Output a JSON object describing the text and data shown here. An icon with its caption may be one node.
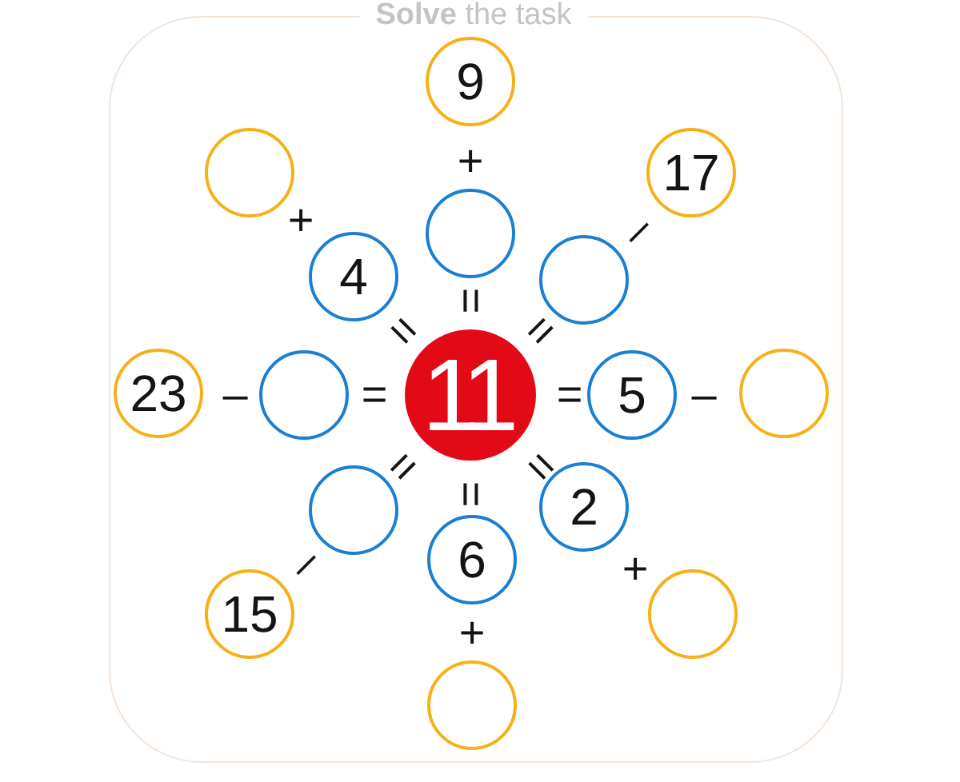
{
  "diagram": {
    "title": "**Solve** the task",
    "nodes": [
      {
        "text": [
          "9"
        ]
      },
      {
        "text": [],
        "shape": "circle"
      },
      {
        "text": [
          "17"
        ]
      },
      {
        "text": [],
        "shape": "circle"
      },
      {
        "text": [
          "4"
        ]
      },
      {
        "text": [],
        "shape": "circle"
      },
      {
        "text": [
          "23"
        ]
      },
      {
        "text": [],
        "shape": "circle"
      },
      {
        "text": [
          "11"
        ]
      },
      {
        "text": [
          "5"
        ]
      },
      {
        "text": [],
        "shape": "circle"
      },
      {
        "text": [],
        "shape": "circle"
      },
      {
        "text": [
          "2"
        ]
      },
      {
        "text": [
          "6"
        ]
      },
      {
        "text": [
          "15"
        ]
      },
      {
        "text": [],
        "shape": "circle"
      },
      {
        "text": [],
        "shape": "circle"
      }
    ],
    "labels": [
      "+",
      "+",
      "–",
      "=",
      "=",
      "=",
      "–",
      "=",
      "=",
      "–",
      "=",
      "=",
      "=",
      "–",
      "+",
      "+"
    ]
  }
}
